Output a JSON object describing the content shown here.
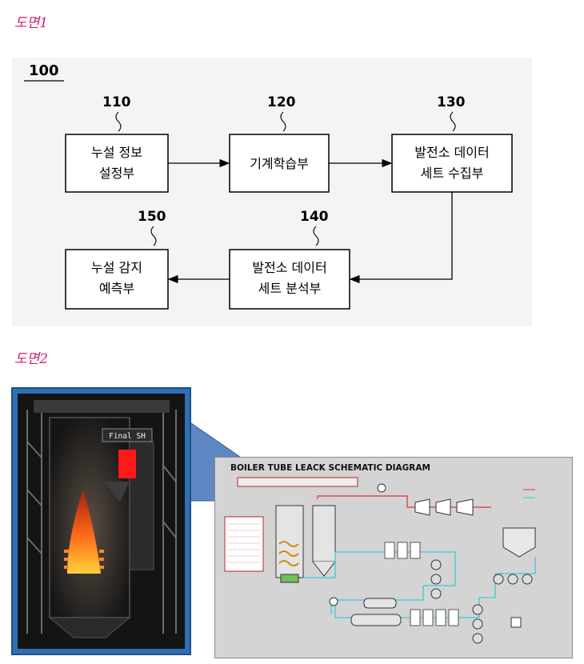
{
  "figure1": {
    "label": "도면1",
    "system_ref": "100",
    "blocks": [
      {
        "ref": "110",
        "lines": [
          "누설 정보",
          "설정부"
        ]
      },
      {
        "ref": "120",
        "lines": [
          "기계학습부"
        ]
      },
      {
        "ref": "130",
        "lines": [
          "발전소 데이터",
          "세트 수집부"
        ]
      },
      {
        "ref": "140",
        "lines": [
          "발전소 데이터",
          "세트 분석부"
        ]
      },
      {
        "ref": "150",
        "lines": [
          "누설 감지",
          "예측부"
        ]
      }
    ]
  },
  "figure2": {
    "label": "도면2",
    "photo_tag": "Final SH",
    "schematic_title": "BOILER TUBE LEACK SCHEMATIC DIAGRAM"
  },
  "colors": {
    "figure_label": "#d0207a",
    "photo_frame": "#2f6fb5",
    "schematic_bg": "#d4d4d4",
    "pipe": "#3ec8d6",
    "hot_line": "#e03030",
    "flame": "#ff5a1a",
    "marker": "#ff1a1a"
  }
}
